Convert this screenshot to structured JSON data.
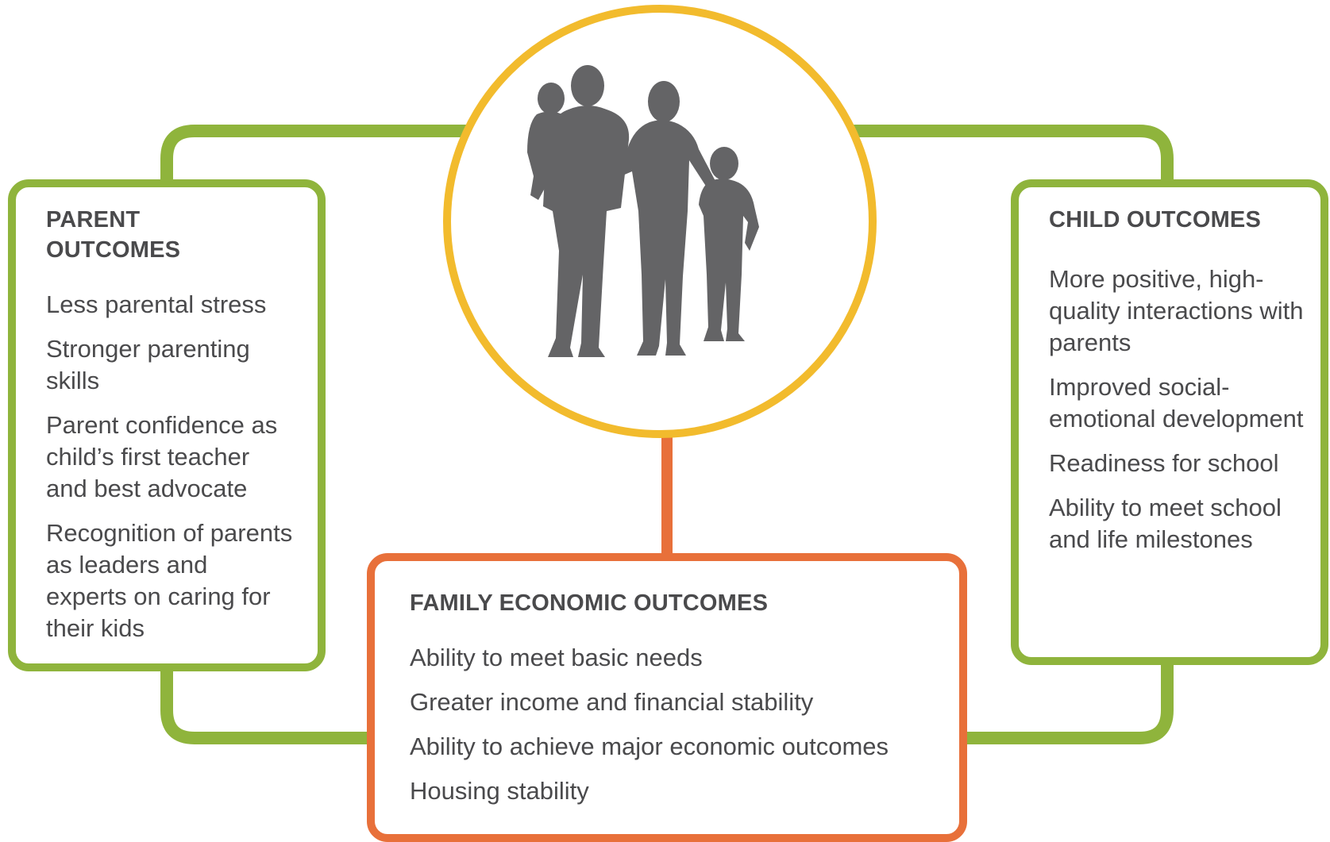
{
  "colors": {
    "green": "#8fb43c",
    "orange": "#e8703a",
    "yellow": "#f2bb2d",
    "silhouette": "#646466",
    "text": "#4a4a4c"
  },
  "center": {
    "icon": "family-silhouette-icon"
  },
  "parent": {
    "heading": "PARENT OUTCOMES",
    "items": [
      "Less parental stress",
      "Stronger parenting skills",
      "Parent confidence as child’s first teacher and best advocate",
      "Recognition of parents as leaders and experts on caring for their kids"
    ]
  },
  "child": {
    "heading": "CHILD OUTCOMES",
    "items": [
      "More positive, high-quality interactions with parents",
      "Improved social-emotional development",
      "Readiness for school",
      "Ability to meet school and life milestones"
    ]
  },
  "family": {
    "heading": "FAMILY ECONOMIC OUTCOMES",
    "items": [
      "Ability to meet basic needs",
      "Greater income and financial stability",
      "Ability to achieve major economic outcomes",
      "Housing stability"
    ]
  }
}
